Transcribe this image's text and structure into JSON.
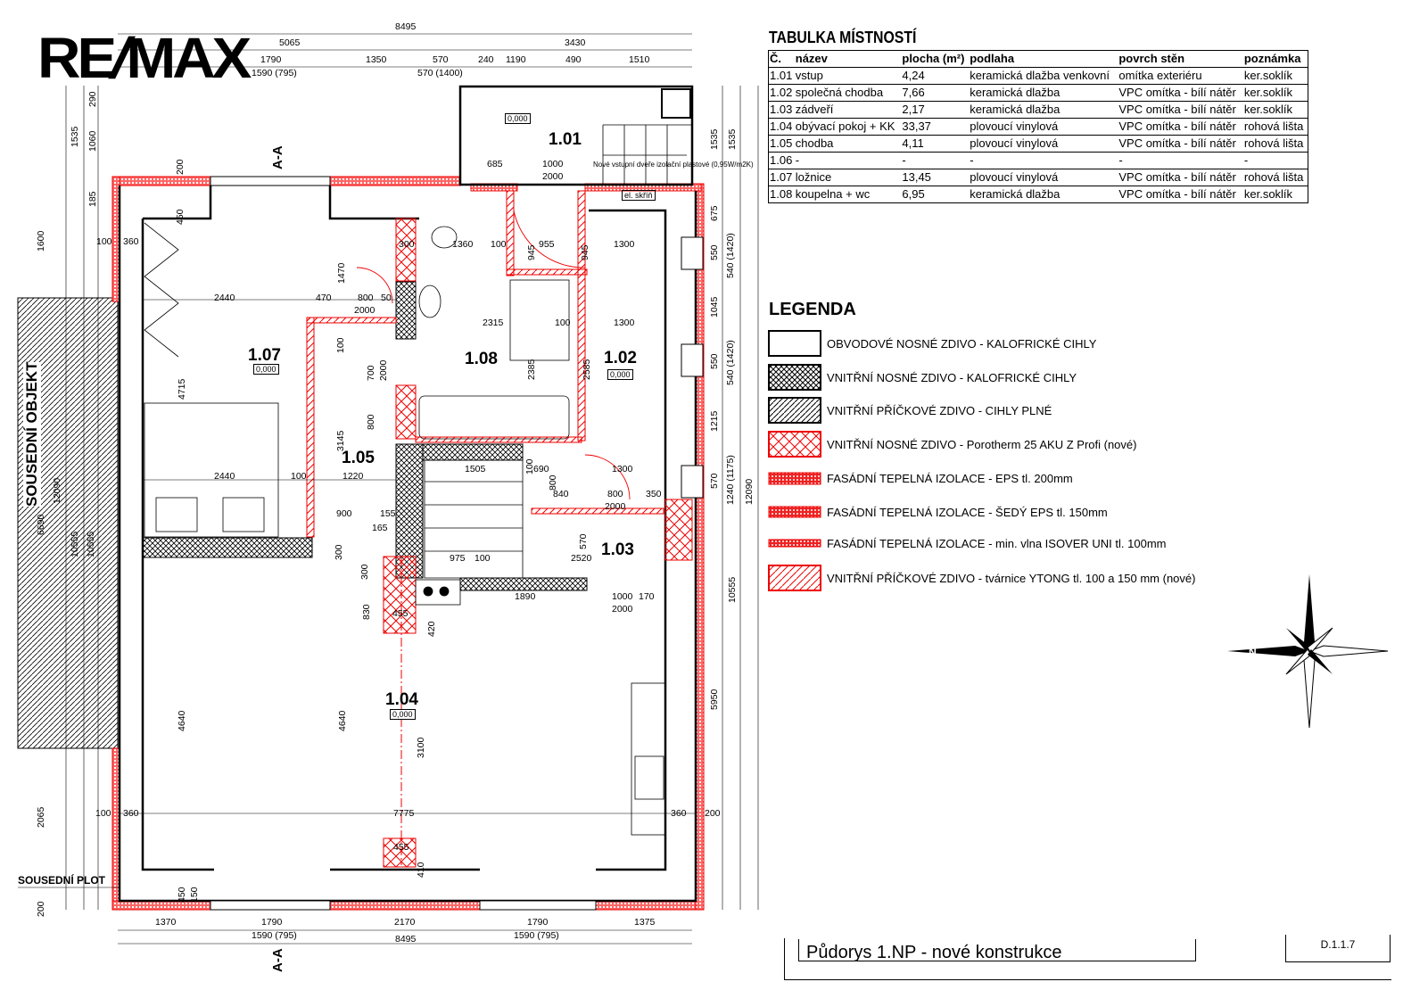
{
  "logo": "RE/MAX",
  "drawing": {
    "section_marker_top": "A-A",
    "section_marker_bottom": "A-A",
    "neighbor_building": "SOUSEDNÍ OBJEKT",
    "neighbor_fence": "SOUSEDNÍ PLOT",
    "entrance_note": "Nové vstupní dveře izolační plastové (0,95W/m2K)",
    "el_cabinet": "el. skříň",
    "rooms": [
      {
        "number": "1.01",
        "level": "0,000"
      },
      {
        "number": "1.02",
        "level": "0,000"
      },
      {
        "number": "1.03",
        "level": ""
      },
      {
        "number": "1.04",
        "level": "0,000"
      },
      {
        "number": "1.05",
        "level": ""
      },
      {
        "number": "1.07",
        "level": "0,000"
      },
      {
        "number": "1.08",
        "level": ""
      }
    ],
    "dims_top": [
      "8495",
      "5065",
      "3430",
      "1790",
      "1350",
      "570",
      "240",
      "1190",
      "490",
      "1510",
      "1590 (795)",
      "570 (1400)"
    ],
    "dims_bottom": [
      "1370",
      "1790",
      "2170",
      "1790",
      "1375",
      "1590 (795)",
      "8495",
      "1590 (795)"
    ],
    "dims_left": [
      "290",
      "1535",
      "1060",
      "185",
      "200",
      "1600",
      "12090",
      "6690",
      "10555",
      "10555",
      "2065",
      "200"
    ],
    "dims_right": [
      "1535",
      "1535",
      "675",
      "550",
      "540 (1420)",
      "1045",
      "550",
      "540 (1420)",
      "1215",
      "570",
      "1240 (1175)",
      "12090",
      "10555",
      "5950"
    ],
    "dims_interior": [
      "685",
      "1000",
      "2000",
      "450",
      "100",
      "360",
      "300",
      "1360",
      "100",
      "945",
      "955",
      "945",
      "1300",
      "2440",
      "470",
      "800",
      "50",
      "2000",
      "1470",
      "2315",
      "100",
      "1300",
      "4715",
      "100",
      "700",
      "2000",
      "800",
      "2385",
      "2585",
      "3145",
      "2440",
      "100",
      "1220",
      "1505",
      "690",
      "100",
      "1300",
      "800",
      "840",
      "800",
      "350",
      "2000",
      "900",
      "155",
      "165",
      "300",
      "300",
      "975",
      "100",
      "2520",
      "570",
      "1890",
      "1000",
      "170",
      "2000",
      "830",
      "455",
      "420",
      "4640",
      "4640",
      "3100",
      "100",
      "360",
      "7775",
      "360",
      "200",
      "455",
      "410",
      "450",
      "150"
    ]
  },
  "room_table": {
    "title": "TABULKA MÍSTNOSTÍ",
    "headers": [
      "Č.",
      "název",
      "plocha (m²)",
      "podlaha",
      "povrch stěn",
      "poznámka"
    ],
    "rows": [
      [
        "1.01",
        "vstup",
        "4,24",
        "keramická dlažba venkovní",
        "omítka exteriéru",
        "ker.soklík"
      ],
      [
        "1.02",
        "společná chodba",
        "7,66",
        "keramická dlažba",
        "VPC omítka - bílí nátěr",
        "ker.soklík"
      ],
      [
        "1.03",
        "zádveří",
        "2,17",
        "keramická dlažba",
        "VPC omítka - bílí nátěr",
        "ker.soklík"
      ],
      [
        "1.04",
        "obývací pokoj + KK",
        "33,37",
        "plovoucí vinylová",
        "VPC omítka - bílí nátěr",
        "rohová lišta"
      ],
      [
        "1.05",
        "chodba",
        "4,11",
        "plovoucí vinylová",
        "VPC omítka - bílí nátěr",
        "rohová lišta"
      ],
      [
        "1.06",
        "-",
        "-",
        "-",
        "-",
        "-"
      ],
      [
        "1.07",
        "ložnice",
        "13,45",
        "plovoucí vinylová",
        "VPC omítka - bílí nátěr",
        "rohová lišta"
      ],
      [
        "1.08",
        "koupelna + wc",
        "6,95",
        "keramická dlažba",
        "VPC omítka - bílí nátěr",
        "ker.soklík"
      ]
    ]
  },
  "legend": {
    "title": "LEGENDA",
    "items": [
      "OBVODOVÉ NOSNÉ ZDIVO - KALOFRICKÉ CIHLY",
      "VNITŘNÍ NOSNÉ ZDIVO - KALOFRICKÉ CIHLY",
      "VNITŘNÍ PŘÍČKOVÉ ZDIVO - CIHLY PLNÉ",
      "VNITŘNÍ NOSNÉ ZDIVO - Porotherm 25 AKU Z Profi (nové)",
      "FASÁDNÍ TEPELNÁ IZOLACE - EPS tl. 200mm",
      "FASÁDNÍ TEPELNÁ IZOLACE - ŠEDÝ EPS tl. 150mm",
      "FASÁDNÍ TEPELNÁ IZOLACE - min. vlna ISOVER UNI tl. 100mm",
      "VNITŘNÍ PŘÍČKOVÉ ZDIVO - tvárnice YTONG tl. 100 a 150 mm (nové)"
    ]
  },
  "compass": {
    "north_label": "N"
  },
  "title_block": {
    "drawing_name": "Půdorys 1.NP - nové konstrukce",
    "code": "D.1.1.7"
  },
  "colors": {
    "new_construction": "#e00000",
    "existing": "#000000"
  }
}
